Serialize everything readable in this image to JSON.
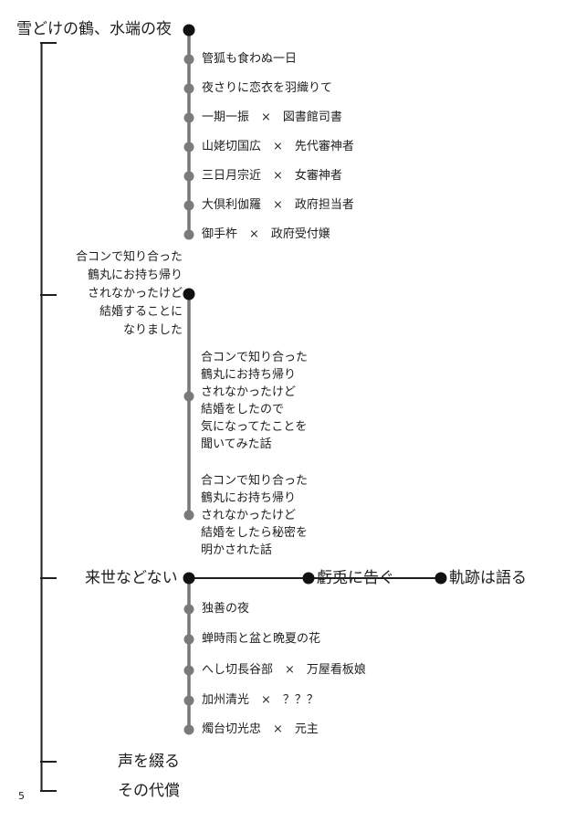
{
  "page_number": "5",
  "title": "雪どけの鶴、水端の夜",
  "branch1_items": [
    "管狐も食わぬ一日",
    "夜さりに恋衣を羽織りて",
    "一期一振　×　図書館司書",
    "山姥切国広　×　先代審神者",
    "三日月宗近　×　女審神者",
    "大倶利伽羅　×　政府担当者",
    "御手杵　×　政府受付嬢"
  ],
  "branch2_title": "合コンで知り合った\n鶴丸にお持ち帰り\nされなかったけど\n結婚することに\nなりました",
  "branch2_items": [
    "合コンで知り合った\n鶴丸にお持ち帰り\nされなかったけど\n結婚をしたので\n気になってたことを\n聞いてみた話",
    "合コンで知り合った\n鶴丸にお持ち帰り\nされなかったけど\n結婚をしたら秘密を\n明かされた話"
  ],
  "branch3_title": "来世などない",
  "branch3_sequels": [
    "虧兎に告ぐ",
    "軌跡は語る"
  ],
  "branch3_items": [
    "独善の夜",
    "蝉時雨と盆と晩夏の花",
    "へし切長谷部　×　万屋看板娘",
    "加州清光　×　？？？",
    "燭台切光忠　×　元主"
  ],
  "branch4_title": "声を綴る",
  "branch5_title": "その代償",
  "colors": {
    "line": "#1e1e1e",
    "sub_line": "#777777",
    "dot": "#111111",
    "sub_dot": "#7a7a7a"
  }
}
